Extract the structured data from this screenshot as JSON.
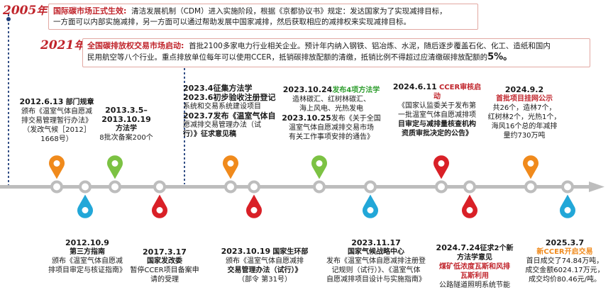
{
  "header_2005": {
    "year": "2005",
    "nian": "年",
    "title": "国际碳市场正式生效:",
    "body_line1": "清洁发展机制（CDM）进入实施阶段，根据《京都协议书》规定：发达国家为了实现减排目标，",
    "body_line2": "一方面可以内部实施减排，另一方面可以通过帮助发展中国家减排，然后获取相应的减排权来实现减排目标。"
  },
  "header_2021": {
    "year": "2021",
    "nian": "年",
    "title": "全国碳排放权交易市场启动:",
    "body_line1": "首批2100多家电力行业相关企业。预计年内纳入钢铁、铝冶炼、水泥，随后逐步覆盖石化、化工、造纸和国内",
    "body_line2": "民用航空等八个行业。重点排放单位每年可以使用CCER，抵销碳排放配额的清缴，抵销比例不得超过应清缴碳排放配额的",
    "pct": "5%。"
  },
  "events_top": [
    {
      "date": "2012.6.13",
      "org": "部门规章",
      "l1": "颁布《温室气体自愿减",
      "l2": "排交易管理暂行办法》",
      "l3": "（发改气候［2012］",
      "l4": "1668号）"
    },
    {
      "date": "2013.3.5–",
      "date2": "2013.10.19",
      "org": "方法学",
      "l1": "8批次备案200个"
    },
    {
      "a1": "2023.4征集方法学",
      "a2": "2023.6初步验收注册登记",
      "a3": "系统和交易系统建设项目",
      "a4": "2023.7发布《温室气体自",
      "a5": "愿减排交易管理办法（试",
      "a6": "行）》征求意见稿"
    },
    {
      "date": "2023.10.24",
      "tag": "发布4项方法学",
      "l1": "造林碳汇、红树林碳汇、",
      "l2": "海上风电、光热发电",
      "date2": "2023.10.25",
      "l3": "发布《关于全国",
      "l4": "温室气体自愿减排交易市场",
      "l5": "有关工作事项安排的通告》"
    },
    {
      "date": "2024.6.11",
      "tag": "CCER审核启",
      "tag2": "动",
      "l1": "《国家认监委关于发布第",
      "l2": "一批温室气体自愿减排项",
      "l3": "目审定与减排量核查机构",
      "l4": "资质审批决定的公告》"
    },
    {
      "date": "2024.9.2",
      "tag": "首批项目挂网公示",
      "l1": "共26个，造林7个，",
      "l2": "红树林2个，光热1个，",
      "l3": "海风16个总的年减排",
      "l4": "量约730万吨"
    }
  ],
  "events_bottom": [
    {
      "date": "2012.10.9",
      "org": "第三方指南",
      "l1": "颁布《温室气体自愿减",
      "l2": "排项目审定与核证指南》"
    },
    {
      "date": "2017.3.17",
      "org": "国家发改委",
      "l1": "暂停CCER项目备案申",
      "l2": "请的受理"
    },
    {
      "date": "2023.10.19",
      "org": "国家生环部",
      "l1": "颁布《温室气体自愿减排",
      "l2": "交易管理办法（试行）》",
      "l3": "（部令 第31号）"
    },
    {
      "date": "2023.11.17",
      "org": "国家气候战略中心",
      "l1": "发布《温室气体自愿减排注册登",
      "l2": "记规则（试行）》、《温室气体",
      "l3": "自愿减排项目设计与实施指南》"
    },
    {
      "date": "2024.7.24",
      "tag0": "征求2个新",
      "tag1": "方法学意见",
      "l1": "煤矿低浓度瓦斯和风排",
      "l2": "瓦斯利用",
      "l3": "公路隧道照明系统节能"
    },
    {
      "date": "2025.3.7",
      "tag": "新CCER开启交易",
      "l1": "首日成交了74.84万吨，",
      "l2": "成交金额6024.17万元，",
      "l3": "成交均价80.46元/吨。"
    }
  ],
  "colors": {
    "red": "#c0242b",
    "orange": "#f08a1c",
    "green": "#7cc243",
    "blue": "#22a7d8",
    "redpin": "#d92027",
    "timeline": "#bdbdbd",
    "navy": "#1f3d7a"
  },
  "pins": [
    {
      "color": "orange",
      "dir": "up"
    },
    {
      "color": "blue",
      "dir": "down"
    },
    {
      "color": "green",
      "dir": "up"
    },
    {
      "color": "red",
      "dir": "down"
    },
    {
      "color": "orange",
      "dir": "up"
    },
    {
      "color": "red",
      "dir": "down"
    },
    {
      "color": "green",
      "dir": "up"
    },
    {
      "color": "blue",
      "dir": "down"
    },
    {
      "color": "red",
      "dir": "up"
    },
    {
      "color": "red",
      "dir": "down"
    },
    {
      "color": "orange",
      "dir": "up"
    },
    {
      "color": "blue",
      "dir": "down"
    }
  ]
}
